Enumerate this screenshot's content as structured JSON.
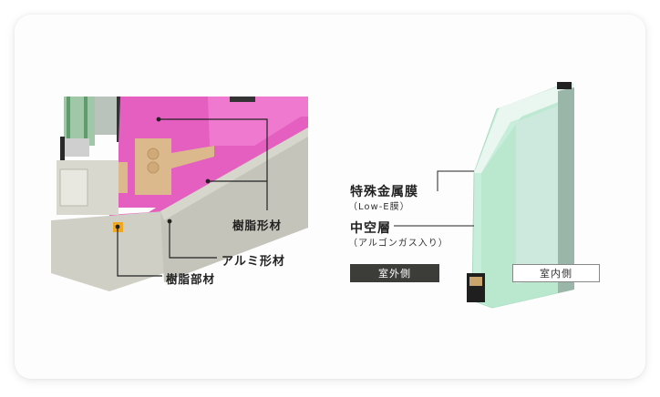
{
  "figure": {
    "left_panel": {
      "title": "window-frame-cross-section",
      "callouts": [
        {
          "id": "resin-profile",
          "label": "樹脂形材"
        },
        {
          "id": "aluminum-profile",
          "label": "アルミ形材"
        },
        {
          "id": "resin-part",
          "label": "樹脂部材"
        }
      ]
    },
    "right_panel": {
      "title": "double-glazing-cross-section",
      "callouts": [
        {
          "id": "low-e-film",
          "label": "特殊金属膜",
          "sublabel": "（Low-E膜）"
        },
        {
          "id": "hollow-layer",
          "label": "中空層",
          "sublabel": "（アルゴンガス入り）"
        }
      ],
      "side_tags": {
        "outdoor": "室外側",
        "indoor": "室内側"
      }
    },
    "colors": {
      "resin_pink": "#e764c4",
      "aluminum_gray": "#c9c9c0",
      "spacer_beige": "#dbb98d",
      "resin_part_orange": "#f0a820",
      "glass_green": "#bfe9d2",
      "outdoor_tag_bg": "#3c3c38"
    }
  }
}
